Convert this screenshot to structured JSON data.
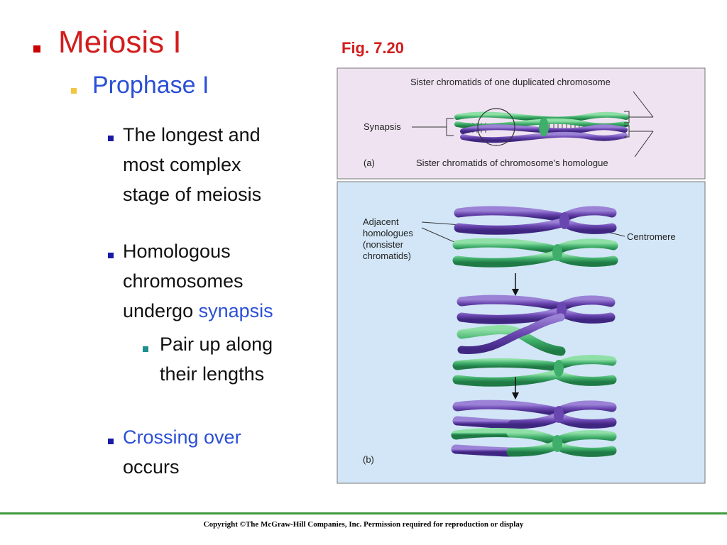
{
  "slide": {
    "title": "Meiosis I",
    "fig_label": "Fig. 7.20",
    "subtitle": "Prophase I",
    "bullets": {
      "b1": [
        "The longest and",
        "most complex",
        "stage of meiosis"
      ],
      "b2": [
        "Homologous",
        "chromosomes"
      ],
      "b2_last_prefix": "undergo ",
      "b2_last_highlight": "synapsis",
      "b2_sub": [
        "Pair up along",
        "their lengths"
      ],
      "b3_highlight": "Crossing over",
      "b3_rest": "occurs"
    },
    "copyright": "Copyright ©The McGraw-Hill Companies, Inc. Permission required for reproduction or display"
  },
  "figure": {
    "a_top_label": "Sister chromatids of one duplicated chromosome",
    "a_synapsis": "Synapsis",
    "a_panel": "(a)",
    "a_bottom_label": "Sister chromatids of chromosome's homologue",
    "b_adjacent": [
      "Adjacent",
      "homologues",
      "(nonsister",
      "chromatids)"
    ],
    "b_centromere": "Centromere",
    "b_panel": "(b)",
    "colors": {
      "purple": "#6a46b0",
      "green": "#3fae6a",
      "panel_a_bg": "#efe3f1",
      "panel_b_bg": "#d2e6f7"
    }
  }
}
